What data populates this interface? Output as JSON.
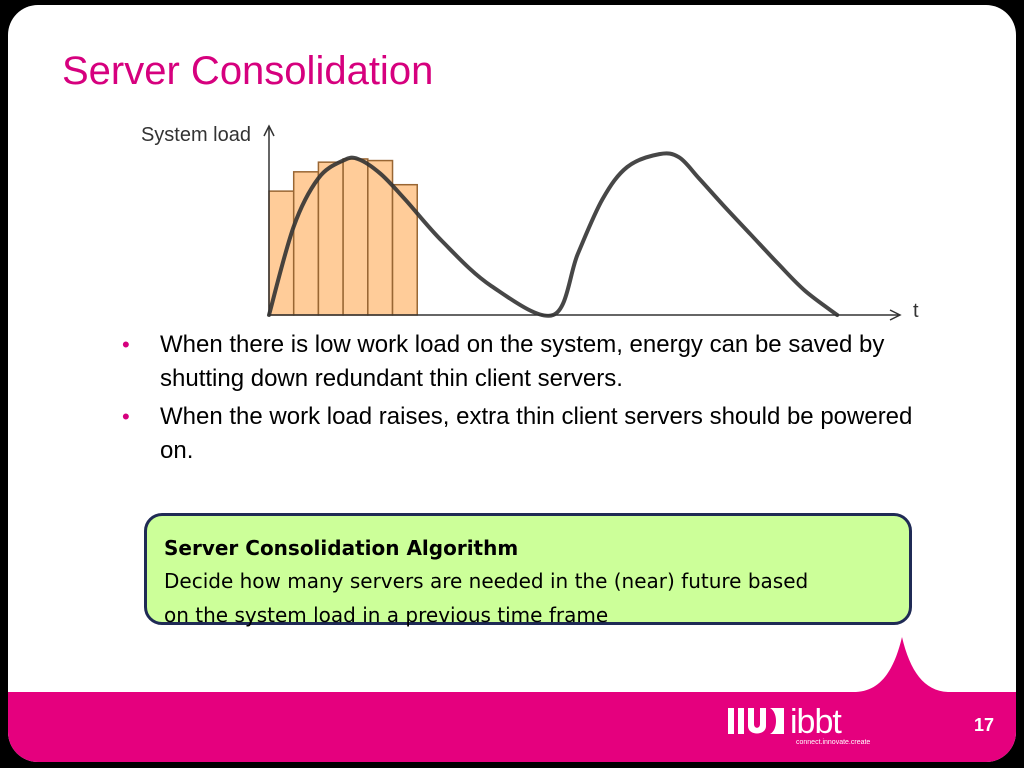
{
  "slide": {
    "title": "Server Consolidation",
    "bullets": [
      "When there is low work load on the system, energy can be saved by shutting down redundant thin client servers.",
      "When the work load raises, extra thin client servers should be powered on."
    ],
    "callout": {
      "title": "Server Consolidation Algorithm",
      "text_line1": "Decide how many servers are needed in the (near) future based",
      "text_line2": "on the system load in a previous time frame"
    },
    "page_number": "17",
    "logo": {
      "name": "ibbt",
      "tagline": "connect.innovate.create"
    }
  },
  "colors": {
    "title": "#d6007e",
    "footer": "#e5007e",
    "bar_fill": "#ffcc99",
    "bar_stroke": "#996633",
    "callout_fill": "#ccff99",
    "callout_border": "#1f2a55",
    "curve": "#333333"
  },
  "chart_data": {
    "type": "bar",
    "ylabel": "System load",
    "xlabel": "t",
    "bars": [
      {
        "t": 0.5,
        "load": 0.77
      },
      {
        "t": 1.5,
        "load": 0.89
      },
      {
        "t": 2.5,
        "load": 0.95
      },
      {
        "t": 3.5,
        "load": 0.97
      },
      {
        "t": 4.5,
        "load": 0.96
      },
      {
        "t": 5.5,
        "load": 0.81
      }
    ],
    "series": [
      {
        "type": "line",
        "points": [
          [
            0,
            0
          ],
          [
            1,
            0.55
          ],
          [
            2,
            0.85
          ],
          [
            3,
            0.96
          ],
          [
            3.6,
            0.97
          ],
          [
            4.5,
            0.88
          ],
          [
            5.5,
            0.72
          ],
          [
            7,
            0.46
          ],
          [
            9,
            0.18
          ],
          [
            11.5,
            0.0
          ],
          [
            12.5,
            0.38
          ],
          [
            13.5,
            0.72
          ],
          [
            14.5,
            0.92
          ],
          [
            15.8,
            1.0
          ],
          [
            16.6,
            0.98
          ],
          [
            17.4,
            0.85
          ],
          [
            18.4,
            0.68
          ],
          [
            19.5,
            0.5
          ],
          [
            20.6,
            0.32
          ],
          [
            21.7,
            0.15
          ],
          [
            23.0,
            0.0
          ]
        ]
      }
    ],
    "xlim": [
      0,
      25.5
    ],
    "ylim": [
      0,
      1.15
    ],
    "grid": false
  }
}
